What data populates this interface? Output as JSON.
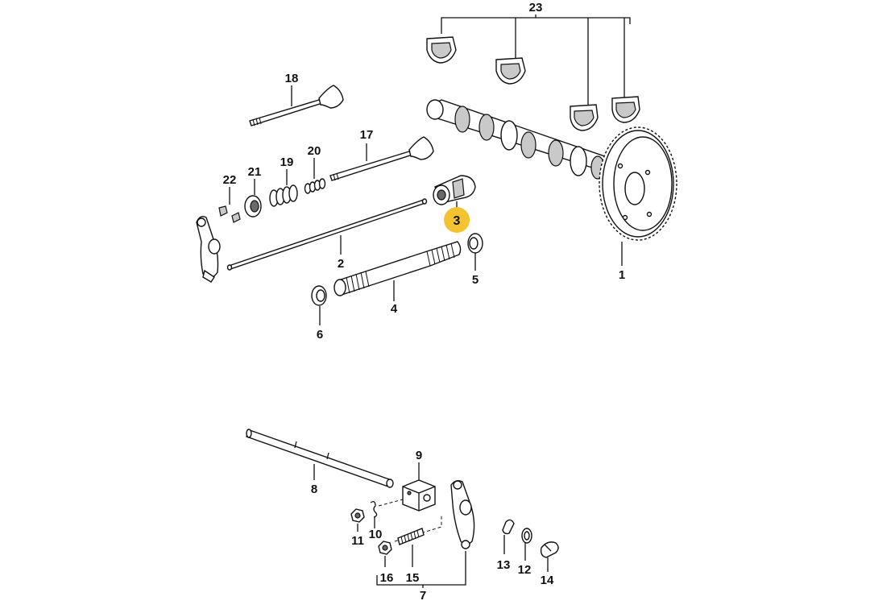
{
  "diagram": {
    "highlight_color": "#f4c430",
    "line_color": "#111111",
    "labels": {
      "p1": "1",
      "p2": "2",
      "p3": "3",
      "p4": "4",
      "p5": "5",
      "p6": "6",
      "p7": "7",
      "p8": "8",
      "p9": "9",
      "p10": "10",
      "p11": "11",
      "p12": "12",
      "p13": "13",
      "p14": "14",
      "p15": "15",
      "p16": "16",
      "p17": "17",
      "p18": "18",
      "p19": "19",
      "p20": "20",
      "p21": "21",
      "p22": "22",
      "p23": "23"
    },
    "highlighted_part": "3"
  }
}
